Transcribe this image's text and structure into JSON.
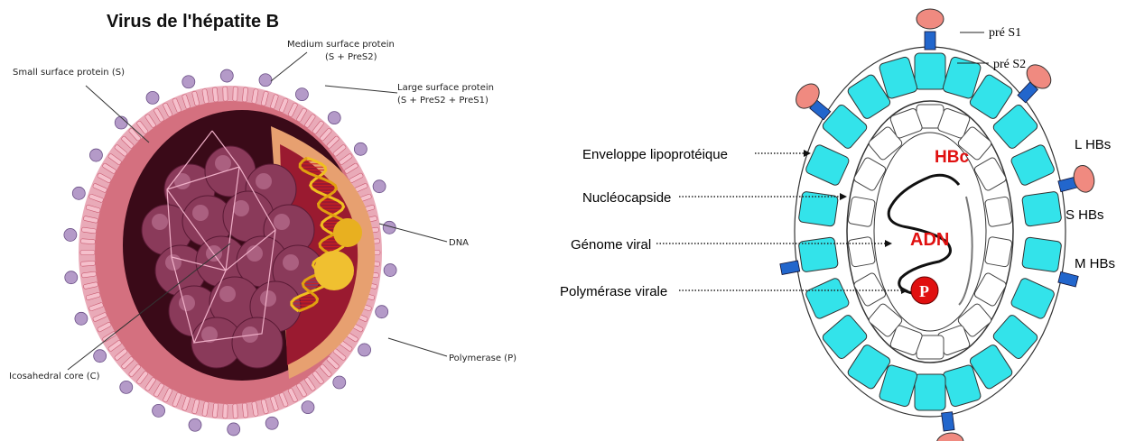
{
  "left_figure": {
    "title": "Virus de l'hépatite B",
    "labels": {
      "small_surface": "Small surface protein (S)",
      "medium_surface_1": "Medium surface protein",
      "medium_surface_2": "(S + PreS2)",
      "large_surface_1": "Large surface protein",
      "large_surface_2": "(S + PreS2 + PreS1)",
      "dna": "DNA",
      "polymerase": "Polymerase (P)",
      "core": "Icosahedral core (C)"
    },
    "colors": {
      "envelope": "#e87a8a",
      "core": "#8c2a4a",
      "dna": "#e8b020"
    }
  },
  "right_figure": {
    "labels": {
      "pre_s1": "pré S1",
      "pre_s2": "pré S2",
      "l_hbs": "L HBs",
      "s_hbs": "S HBs",
      "m_hbs": "M HBs",
      "envelope": "Enveloppe  lipoprotéique",
      "nucleocapsid": "Nucléocapside",
      "genome": "Génome viral",
      "polymerase": "Polymérase virale",
      "hbc": "HBc",
      "adn": "ADN",
      "p": "P"
    },
    "colors": {
      "hbs": "#33e3ea",
      "pres1": "#f08a80",
      "pres2": "#2266cc",
      "red_text": "#e01010"
    }
  }
}
